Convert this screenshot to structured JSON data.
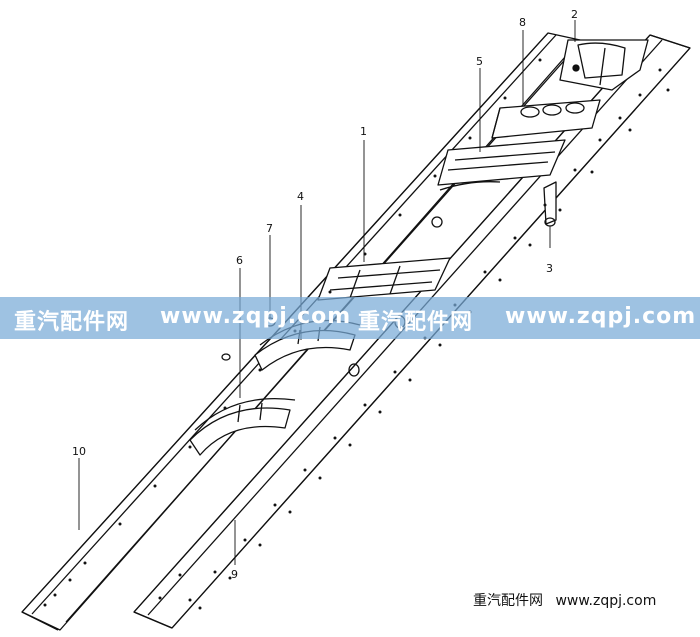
{
  "callouts": {
    "c1": "1",
    "c2": "2",
    "c3": "3",
    "c4": "4",
    "c5": "5",
    "c6": "6",
    "c7": "7",
    "c8": "8",
    "c9": "9",
    "c10": "10"
  },
  "watermark": {
    "brand_left": "重汽配件网",
    "url_left": "www.zqpj.com",
    "brand_center": "重汽配件网",
    "url_right": "www.zqpj.com"
  },
  "footer": {
    "brand": "重汽配件网",
    "url": "www.zqpj.com"
  },
  "colors": {
    "ink": "#111111",
    "banner": "#78AAD7",
    "banner_text": "#FFFFFF"
  }
}
